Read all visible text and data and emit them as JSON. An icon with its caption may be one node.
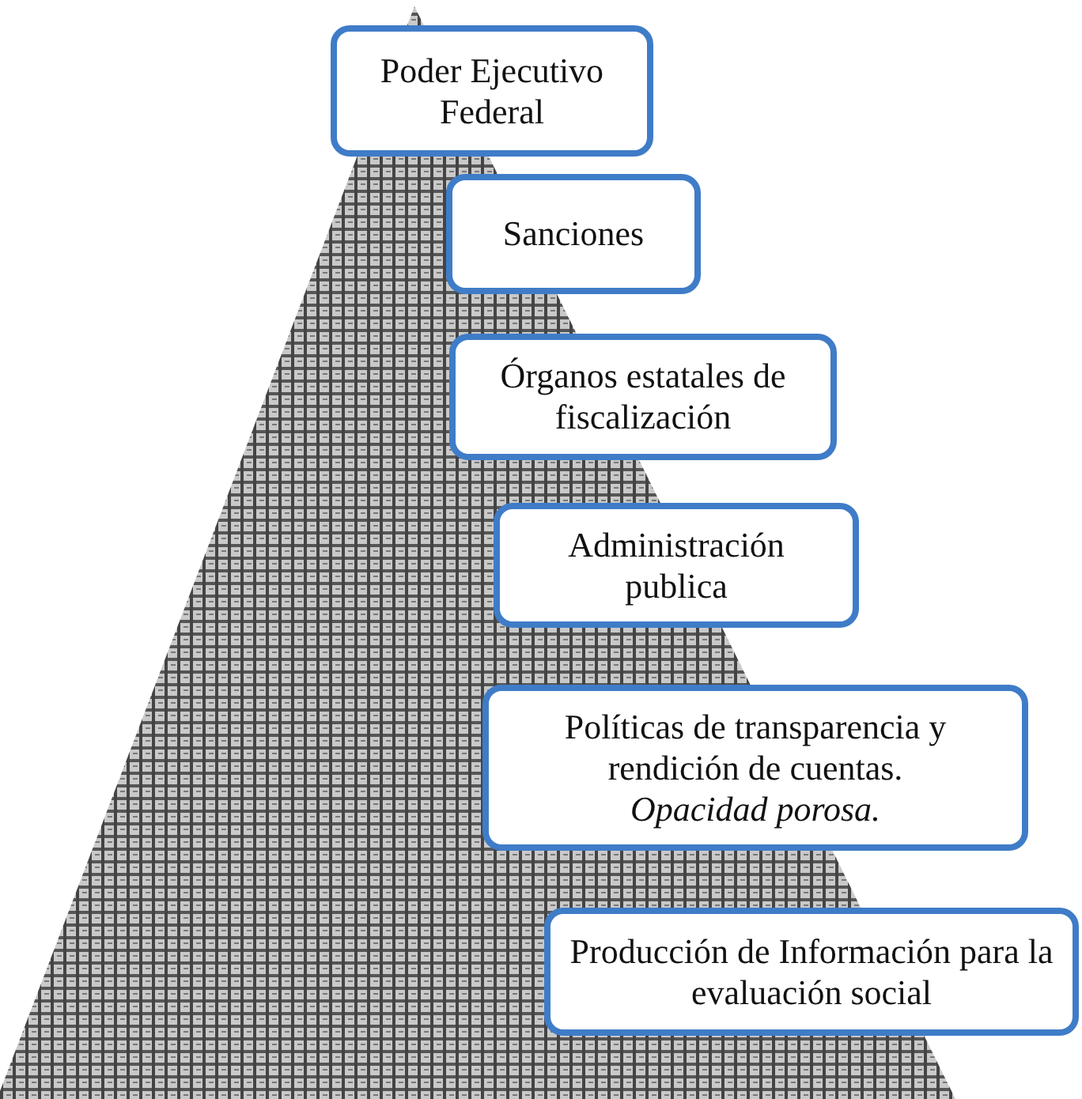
{
  "diagram": {
    "nodes": [
      {
        "text": [
          "Poder Ejecutivo Federal"
        ]
      },
      {
        "text": [
          "Sanciones"
        ]
      },
      {
        "text": [
          "Órganos estatales de fiscalización"
        ]
      },
      {
        "text": [
          "Administración publica"
        ]
      },
      {
        "text": [
          "Políticas de transparencia y rendición de cuentas.",
          "Opacidad porosa."
        ]
      },
      {
        "text": [
          "Producción de Información para la evaluación social"
        ]
      }
    ]
  }
}
